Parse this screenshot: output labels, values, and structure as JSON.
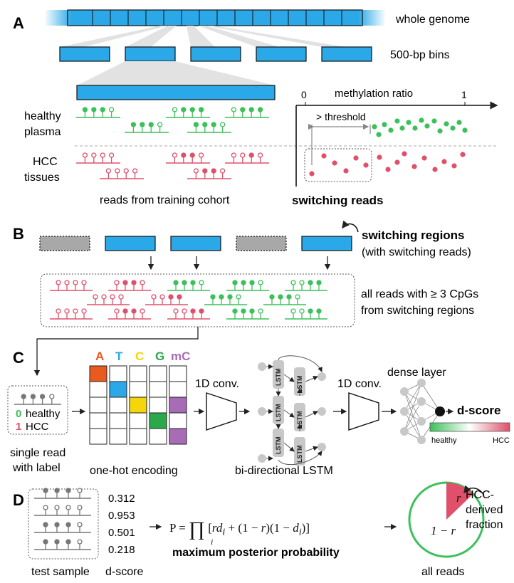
{
  "panels": {
    "a": "A",
    "b": "B",
    "c": "C",
    "d": "D"
  },
  "panel_a": {
    "whole_genome": "whole genome",
    "bins": "500-bp bins",
    "healthy_line1": "healthy",
    "healthy_line2": "plasma",
    "hcc_line1": "HCC",
    "hcc_line2": "tissues",
    "reads_caption": "reads from training cohort",
    "axis_min": "0",
    "axis_max": "1",
    "axis_title": "methylation ratio",
    "threshold": "> threshold",
    "switching_reads": "switching reads"
  },
  "panel_b": {
    "switching_regions": "switching regions",
    "with_switching_reads": "(with switching reads)",
    "all_reads_line1": "all reads with ≥ 3 CpGs",
    "all_reads_line2": "from switching regions"
  },
  "panel_c": {
    "label_healthy_num": "0",
    "label_healthy": "healthy",
    "label_hcc_num": "1",
    "label_hcc": "HCC",
    "single_read_line1": "single read",
    "single_read_line2": "with label",
    "bases": [
      "A",
      "T",
      "C",
      "G",
      "mC"
    ],
    "one_hot": "one-hot encoding",
    "conv1": "1D conv.",
    "conv2": "1D conv.",
    "lstm": "LSTM",
    "bilstm": "bi-directional LSTM",
    "dense": "dense layer",
    "dscore": "d-score",
    "scale_healthy": "healthy",
    "scale_hcc": "HCC"
  },
  "panel_d": {
    "scores": [
      "0.312",
      "0.953",
      "0.501",
      "0.218"
    ],
    "test_sample": "test sample",
    "dscore_label": "d-score",
    "max_post": "maximum posterior probability",
    "hcc_fraction_line1": "HCC-",
    "hcc_fraction_line2": "derived",
    "hcc_fraction_line3": "fraction",
    "all_reads": "all reads",
    "pie_r": "r",
    "pie_rest": "1 − r"
  },
  "colors": {
    "bin_blue": "#2ba8e8",
    "healthy_green": "#3cc15a",
    "hcc_red": "#e0506b",
    "gray_region": "#a8a8a8",
    "cell_A": "#e85a1e",
    "cell_T": "#2ba8e8",
    "cell_C": "#f5d60a",
    "cell_G": "#2aa84a",
    "cell_mC": "#a86bb5",
    "lstm_box": "#c8c8c8"
  }
}
